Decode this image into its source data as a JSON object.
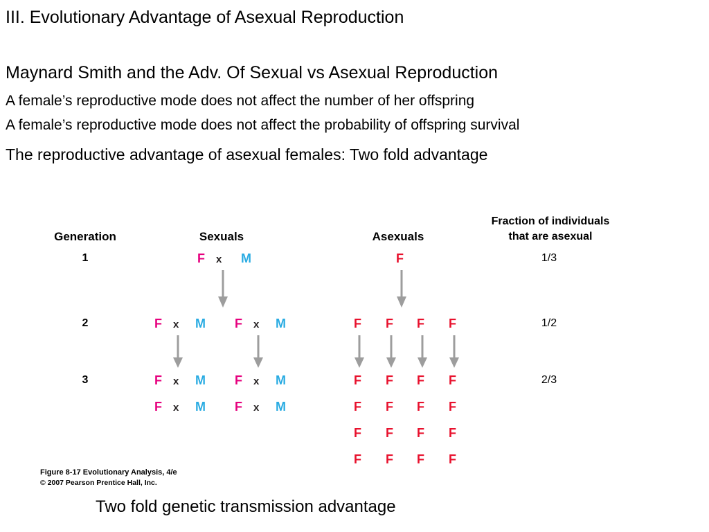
{
  "slide": {
    "heading_main": "III. Evolutionary Advantage of Asexual Reproduction",
    "heading_sub": "Maynard Smith and the Adv. Of Sexual vs Asexual Reproduction",
    "line_a": "A female’s reproductive mode does not affect the number of her offspring",
    "line_b": "A female’s reproductive mode does not affect the probability of offspring survival",
    "line_c": "The reproductive advantage of asexual females: Two fold advantage",
    "caption_bottom": "Two fold genetic transmission advantage"
  },
  "figure": {
    "headers": {
      "generation": "Generation",
      "sexuals": "Sexuals",
      "asexuals": "Asexuals",
      "fraction_line1": "Fraction of individuals",
      "fraction_line2": "that are asexual"
    },
    "generations": [
      "1",
      "2",
      "3"
    ],
    "fractions": [
      "1/3",
      "1/2",
      "2/3"
    ],
    "glyphs": {
      "female_sexual": "F",
      "male": "M",
      "cross": "x",
      "female_asexual": "F"
    },
    "colors": {
      "female_sexual": "#e6007e",
      "male": "#29abe2",
      "female_asexual": "#e8112d",
      "arrow": "#9d9d9d",
      "text": "#000000"
    },
    "sexual_rows": [
      {
        "gen": "1",
        "pairs": 1
      },
      {
        "gen": "2",
        "pairs": 2
      },
      {
        "gen": "3",
        "pairs": 2
      },
      {
        "gen": "3b",
        "pairs": 2
      }
    ],
    "asexual_rows": [
      {
        "gen": "1",
        "count": 1
      },
      {
        "gen": "2",
        "count": 4
      },
      {
        "gen": "3",
        "count": 4
      },
      {
        "gen": "3b",
        "count": 4
      },
      {
        "gen": "3c",
        "count": 4
      },
      {
        "gen": "3d",
        "count": 4
      }
    ],
    "credit_line1": "Figure 8-17  Evolutionary Analysis, 4/e",
    "credit_line2": "© 2007 Pearson Prentice Hall, Inc."
  }
}
